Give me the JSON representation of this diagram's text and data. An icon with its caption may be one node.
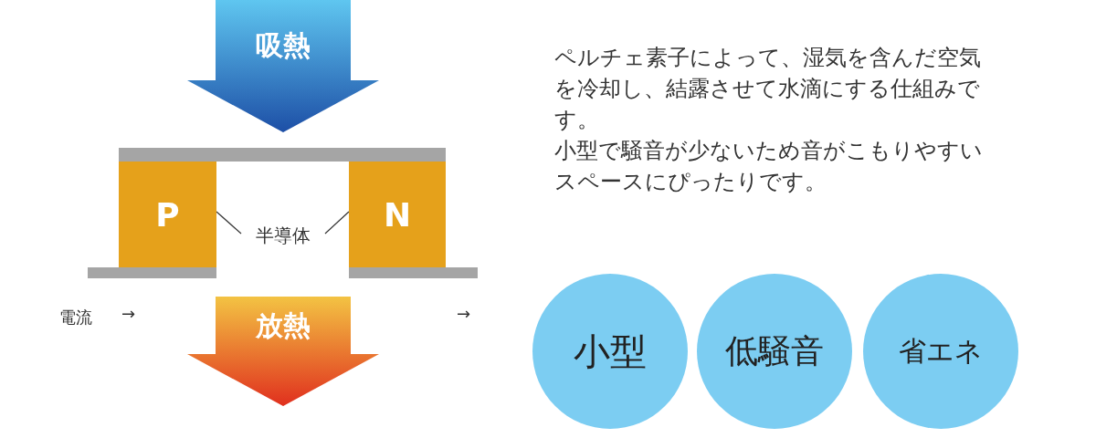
{
  "diagram": {
    "nodes": [
      {
        "text": [
          "吸熱"
        ]
      },
      {
        "text": [
          "P"
        ]
      },
      {
        "text": [
          "N"
        ]
      },
      {
        "text": [
          "半導体"
        ]
      },
      {
        "text": [
          "放熱"
        ]
      },
      {
        "text": [
          "小型"
        ]
      },
      {
        "text": [
          "低騒音"
        ]
      },
      {
        "text": [
          "省エネ"
        ]
      }
    ],
    "edges": [
      {
        "from": 3,
        "to": 1,
        "arrow": "none"
      },
      {
        "from": 3,
        "to": 2,
        "arrow": "none"
      }
    ],
    "labels": [
      "ペルチェ素子によって、湿気を含んだ空気を冷却し、結露させて水滴にする仕組みです。",
      "小型で騒音が少ないため音がこもりやすいスペースにぴったりです。",
      "電流",
      "→",
      "→"
    ]
  }
}
